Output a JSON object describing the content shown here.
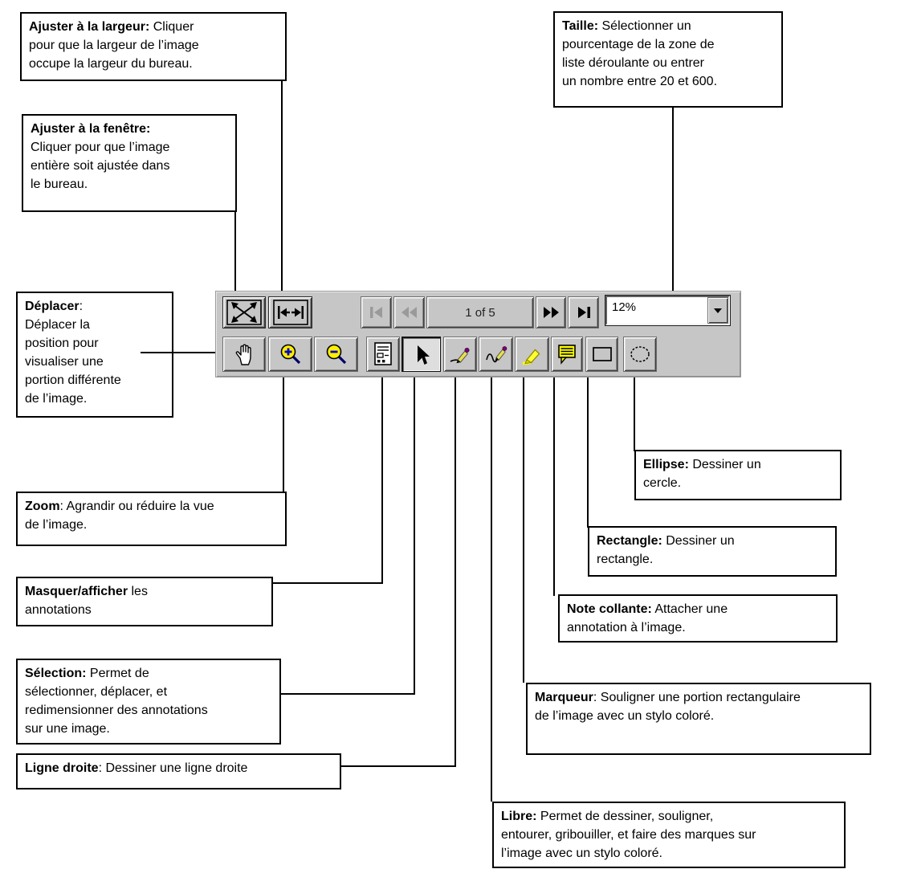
{
  "callouts": {
    "fit_width": {
      "bold": "Ajuster à la largeur:",
      "rest": " Cliquer\npour que la largeur de l’image\noccupe la largeur du bureau."
    },
    "fit_window": {
      "bold": "Ajuster à la fenêtre:",
      "rest": "\nCliquer pour que l’image\nentière soit ajustée dans\nle bureau."
    },
    "size": {
      "bold": "Taille:",
      "rest": " Sélectionner un\npourcentage de la zone de\nliste déroulante ou entrer\nun nombre entre 20 et 600."
    },
    "drag": {
      "bold": "Déplacer",
      "rest": ":\nDéplacer la\nposition pour\nvisualiser une\nportion différente\nde l’image."
    },
    "zoom": {
      "bold": "Zoom",
      "rest": ": Agrandir ou réduire la vue\nde l’image."
    },
    "toggle_annotations": {
      "bold": "Masquer/afficher",
      "rest": " les\nannotations"
    },
    "selection": {
      "bold": "Sélection:",
      "rest": " Permet de\nsélectionner, déplacer, et\nredimensionner des annotations\nsur une image."
    },
    "straight_line": {
      "bold": "Ligne droite",
      "rest": ": Dessiner une ligne droite"
    },
    "ellipse": {
      "bold": "Ellipse:",
      "rest": " Dessiner un\ncercle."
    },
    "rectangle": {
      "bold": "Rectangle:",
      "rest": " Dessiner un\nrectangle."
    },
    "sticky_note": {
      "bold": "Note collante:",
      "rest": " Attacher une\nannotation à l’image."
    },
    "highlighter": {
      "bold": "Marqueur",
      "rest": ": Souligner une portion rectangulaire\nde l’image avec un stylo coloré."
    },
    "freehand": {
      "bold": "Libre:",
      "rest": " Permet de dessiner, souligner,\nentourer, gribouiller, et faire des marques sur\nl’image avec un stylo coloré."
    }
  },
  "toolbar": {
    "page_counter": "1 of 5",
    "zoom_value": "12%",
    "icons": [
      "fit-window-arrows",
      "fit-width-arrows",
      "nav-first",
      "nav-previous",
      "nav-next",
      "nav-last",
      "hand-pan",
      "magnifier-plus",
      "magnifier-minus",
      "annotations-document",
      "selection-arrow",
      "straight-line-pen",
      "freehand-pen",
      "highlighter-marker",
      "sticky-note",
      "rectangle-outline",
      "ellipse-dashed",
      "dropdown-arrow"
    ]
  },
  "colors": {
    "toolbar_face": "#c6c6c6",
    "callout_border": "#000000",
    "accent_yellow": "#ffff00",
    "magnifier_blue": "#0000cc",
    "pen_purple": "#7a007a",
    "disabled_gray": "#9a9a9a"
  }
}
